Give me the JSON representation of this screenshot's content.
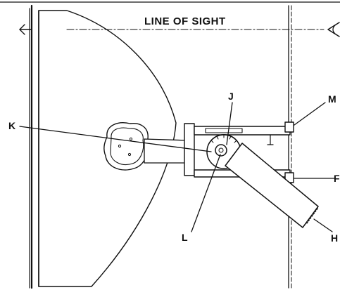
{
  "line_of_sight_label": "LINE OF SIGHT",
  "callouts": {
    "j": "J",
    "k": "K",
    "l": "L",
    "m": "M",
    "h": "H",
    "f": "F"
  }
}
